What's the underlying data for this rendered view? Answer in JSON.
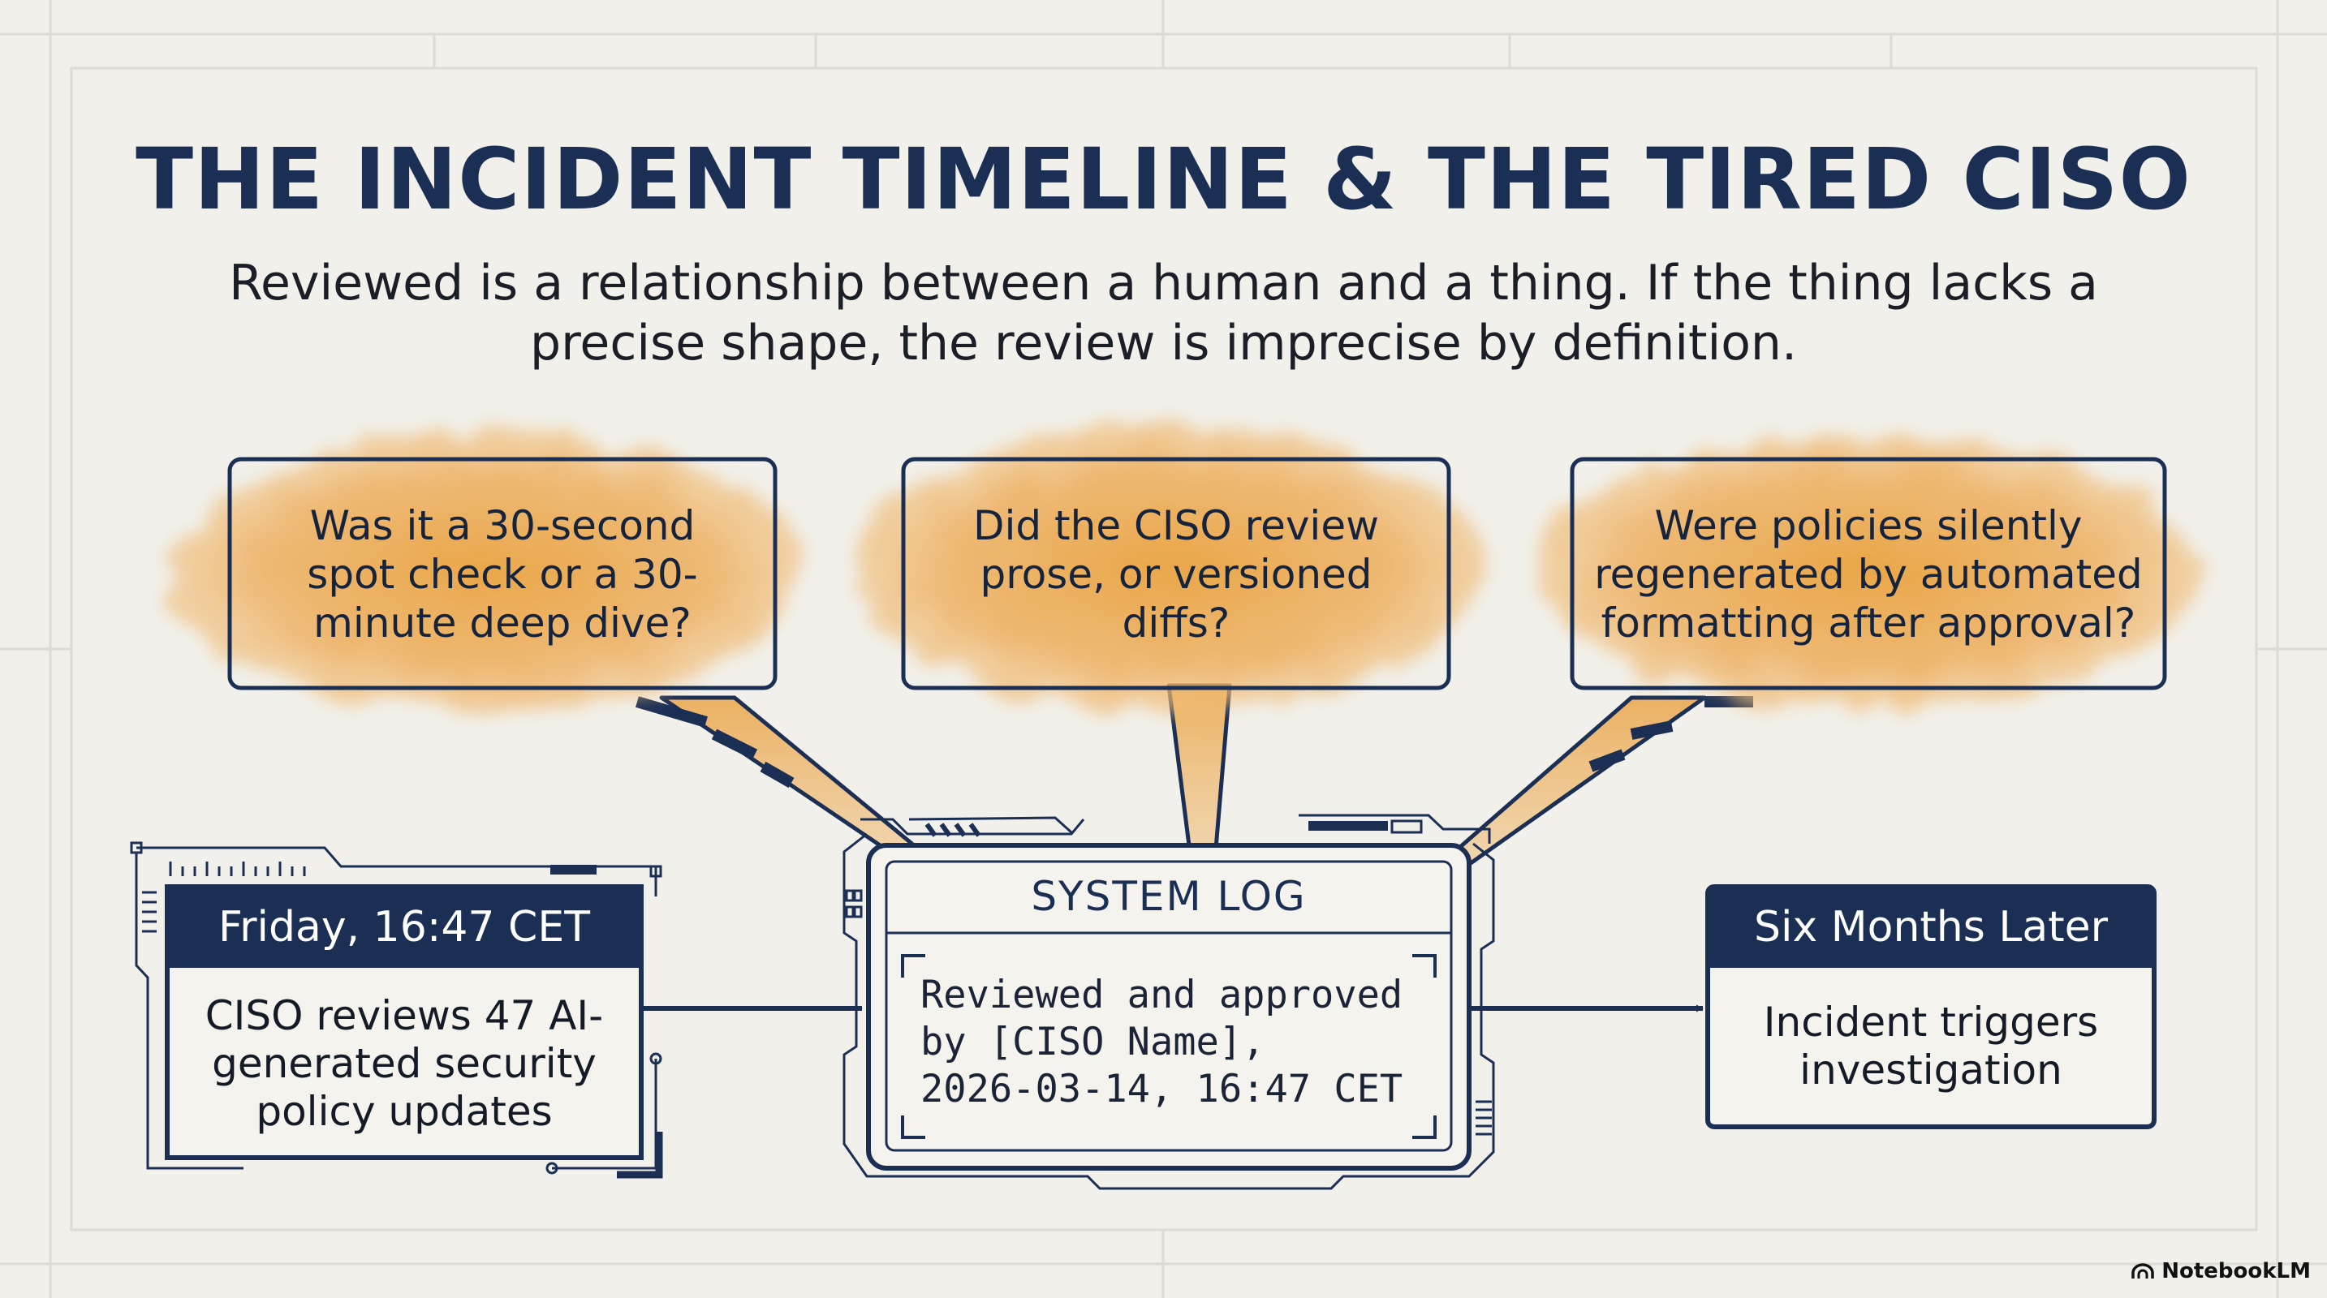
{
  "title": "THE INCIDENT TIMELINE & THE TIRED CISO",
  "subtitle": "Reviewed is a relationship between a human and a thing. If the thing lacks a precise shape, the review is imprecise by definition.",
  "questions": [
    "Was it a 30-second spot check or a 30-minute deep dive?",
    "Did the CISO review prose, or versioned diffs?",
    "Were policies silently regenerated by automated formatting after approval?"
  ],
  "start_card": {
    "header": "Friday, 16:47 CET",
    "body": "CISO reviews 47 AI-generated security policy updates"
  },
  "system_log": {
    "title": "SYSTEM LOG",
    "entry": "Reviewed and approved\nby [CISO Name],\n2026-03-14, 16:47 CET"
  },
  "end_card": {
    "header": "Six Months Later",
    "body": "Incident triggers investigation"
  },
  "branding": {
    "label": "NotebookLM",
    "icon": "notebooklm-logo-icon"
  },
  "colors": {
    "navy": "#1b2f55",
    "accent_orange": "#e9a23f",
    "background": "#f1f0ea"
  }
}
